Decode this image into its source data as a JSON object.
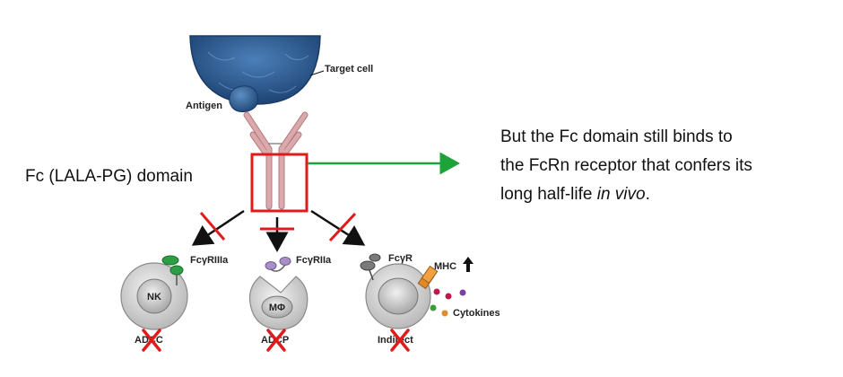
{
  "labels": {
    "target_cell": "Target cell",
    "antigen": "Antigen",
    "fc_domain": "Fc (LALA-PG) domain",
    "receptor_nk": "FcγRIIIa",
    "receptor_macrophage": "FcγRIIa",
    "receptor_generic": "FcγR",
    "cell_nk": "NK",
    "cell_macrophage": "MΦ",
    "mhc": "MHC",
    "cytokines": "Cytokines",
    "mech_adcc": "ADCC",
    "mech_adcp": "ADCP",
    "mech_indirect": "Indirect"
  },
  "note": {
    "line1": "But the Fc domain still binds to",
    "line2": "the FcRn receptor that confers its",
    "line3_pre": "long half-life ",
    "line3_em": "in vivo",
    "line3_post": "."
  },
  "colors": {
    "cell_blue": "#2f5f96",
    "antibody_pink": "#d7a3a6",
    "highlight_red": "#e01b1b",
    "arrow_green": "#1ea33a",
    "receptor_green": "#2e9e46",
    "receptor_purple": "#a78fc6",
    "receptor_gray": "#7a7a7a",
    "mhc_orange": "#e08a2a"
  }
}
